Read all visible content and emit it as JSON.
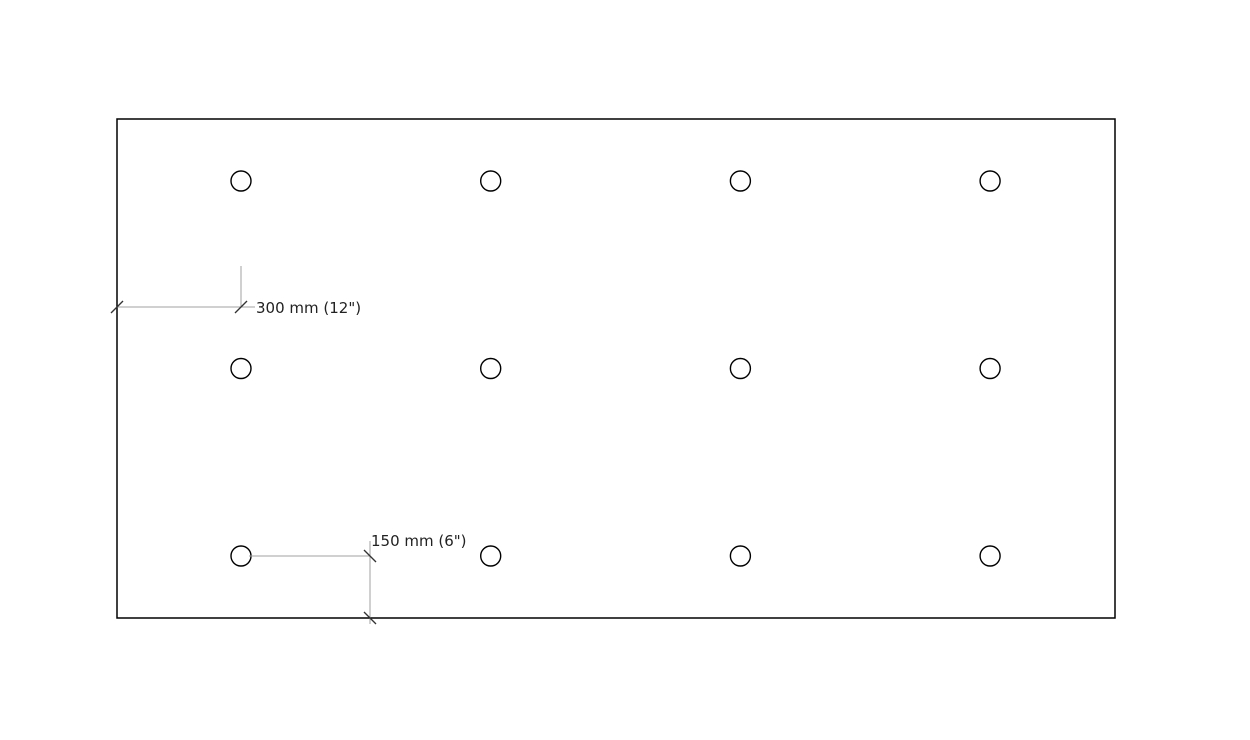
{
  "drawing": {
    "hole_grid": {
      "columns": 4,
      "rows": 3
    },
    "dimensions": {
      "edge_to_hole": "300 mm (12\")",
      "hole_to_edge_bottom": "150 mm (6\")"
    },
    "colors": {
      "outline": "#000000",
      "dimension_line": "#a0a0a0",
      "tick": "#333333"
    }
  }
}
